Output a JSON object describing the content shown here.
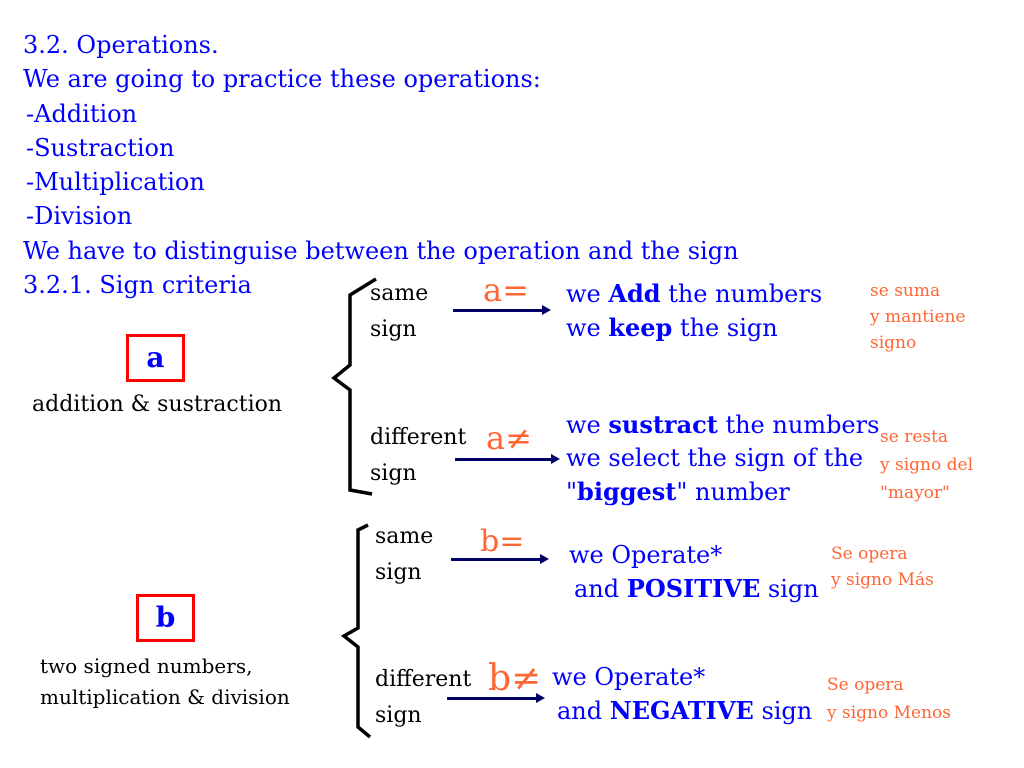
{
  "intro": {
    "lines": [
      "3.2. Operations.",
      "We are going to practice these operations:",
      "-Addition",
      "-Sustraction",
      "-Multiplication",
      "-Division",
      "We have to distinguise between the operation and the sign",
      "3.2.1. Sign criteria"
    ]
  },
  "group_a": {
    "badge": "a",
    "caption": "addition & sustraction",
    "same": {
      "label1": "same",
      "label2": "sign",
      "symbol": "a=",
      "r1": {
        "pre": "we ",
        "bold": "Add",
        "post": " the numbers"
      },
      "r2": {
        "pre": "we ",
        "bold": "keep",
        "post": " the sign"
      },
      "note": [
        "se suma",
        "y mantiene",
        "signo"
      ]
    },
    "diff": {
      "label1": "different",
      "label2": "sign",
      "symbol": "a≠",
      "r1": {
        "pre": "we ",
        "bold": "sustract",
        "post": " the numbers"
      },
      "r2": "we select the sign of the",
      "r3": {
        "pre": "\"",
        "bold": "biggest",
        "post": "\" number"
      },
      "note": [
        "se resta",
        "y signo del",
        "\"mayor\""
      ]
    }
  },
  "group_b": {
    "badge": "b",
    "caption1": "two signed numbers,",
    "caption2": "multiplication & division",
    "same": {
      "label1": "same",
      "label2": "sign",
      "symbol": "b=",
      "r1": "we Operate*",
      "r2": {
        "pre": "and ",
        "bold": "POSITIVE",
        "post": " sign"
      },
      "note": [
        "Se opera",
        "y signo Más"
      ]
    },
    "diff": {
      "label1": "different",
      "label2": "sign",
      "symbol": "b≠",
      "r1": "we Operate*",
      "r2": {
        "pre": "and ",
        "bold": "NEGATIVE",
        "post": " sign"
      },
      "note": [
        "Se opera",
        "y signo Menos"
      ]
    }
  },
  "colors": {
    "text": "#0000ff",
    "accent": "#ff6633",
    "arrow": "#000066",
    "box": "#ff0000"
  }
}
